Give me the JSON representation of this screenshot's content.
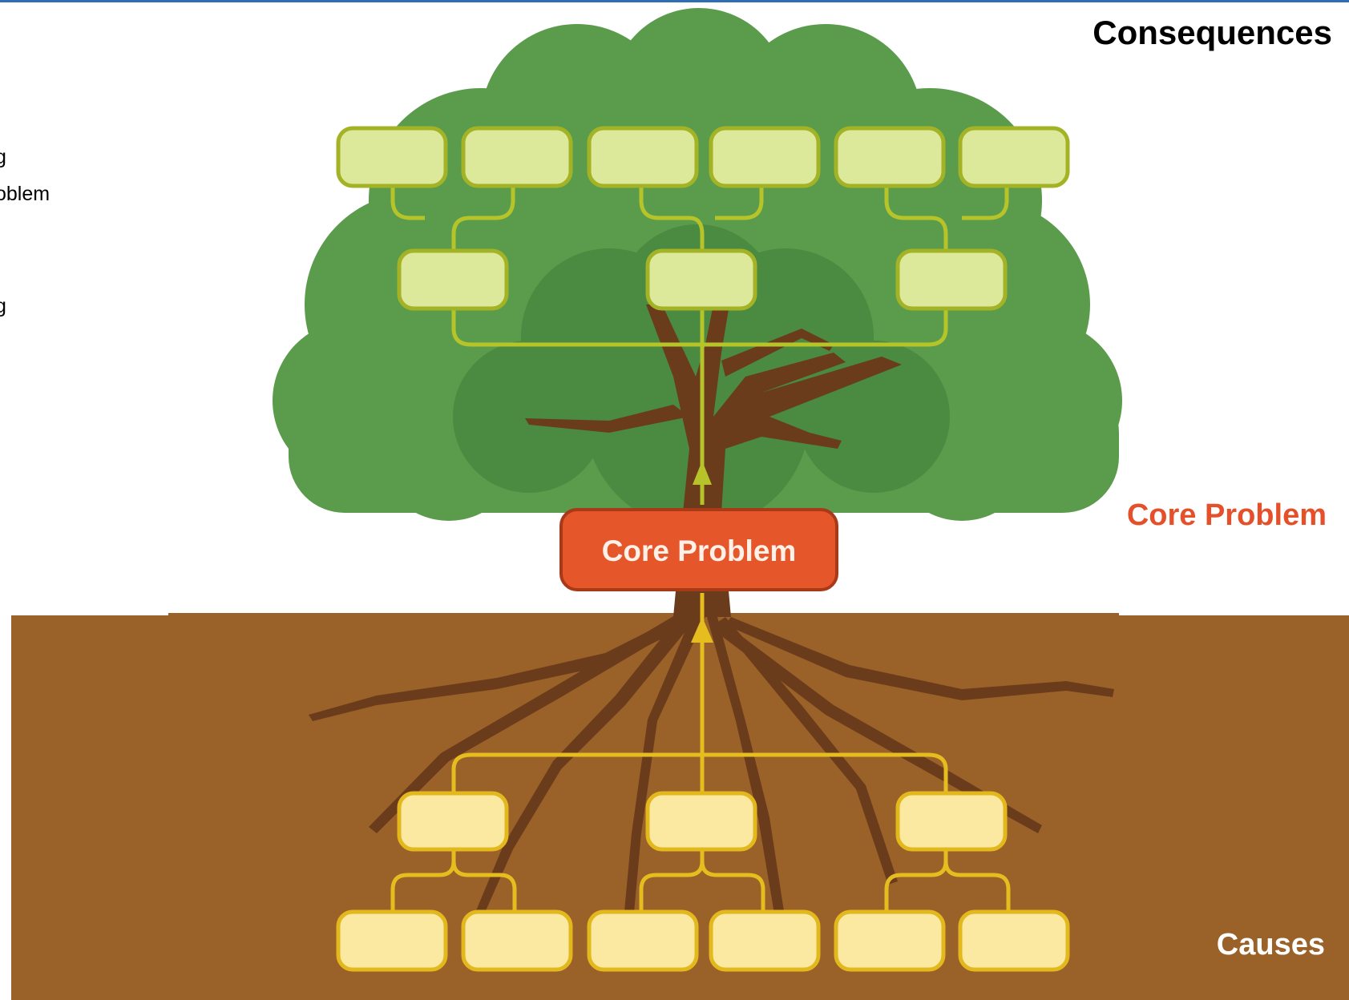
{
  "labels": {
    "consequences": "Consequences",
    "core_problem_side": "Core Problem",
    "causes": "Causes",
    "core_problem_box": "Core Problem"
  },
  "clipped_left_text": [
    "g",
    "oblem",
    "g"
  ],
  "colors": {
    "top_rule": "#2f6db5",
    "canopy_light": "#5a9c4b",
    "canopy_dark": "#4a8a41",
    "trunk": "#6a3c1c",
    "soil": "#9a6128",
    "leaf_box_fill": "#dde99a",
    "leaf_box_stroke": "#a3b325",
    "leaf_connector": "#b6c42a",
    "root_box_fill": "#fbe9a2",
    "root_box_stroke": "#e3b81d",
    "root_connector": "#e6bd1e",
    "core_box_fill": "#e5562b",
    "core_box_stroke": "#a93a18",
    "core_label": "#e5502a",
    "core_box_text": "#fff1e8"
  }
}
